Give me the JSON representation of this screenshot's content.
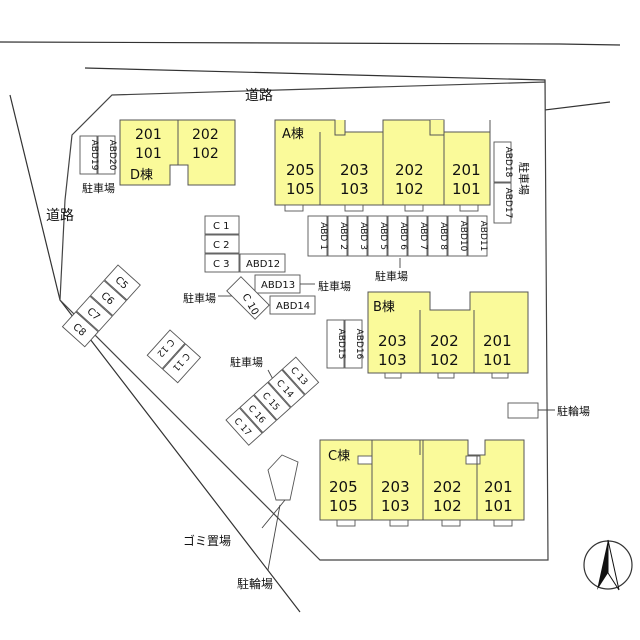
{
  "roads": {
    "top": "道路",
    "left": "道路"
  },
  "buildings": {
    "D": {
      "name": "D棟",
      "units": [
        [
          "201",
          "101"
        ],
        [
          "202",
          "102"
        ]
      ]
    },
    "A": {
      "name": "A棟",
      "units": [
        [
          "205",
          "105"
        ],
        [
          "203",
          "103"
        ],
        [
          "202",
          "102"
        ],
        [
          "201",
          "101"
        ]
      ]
    },
    "B": {
      "name": "B棟",
      "units": [
        [
          "203",
          "103"
        ],
        [
          "202",
          "102"
        ],
        [
          "201",
          "101"
        ]
      ]
    },
    "C": {
      "name": "C棟",
      "units": [
        [
          "205",
          "105"
        ],
        [
          "203",
          "103"
        ],
        [
          "202",
          "102"
        ],
        [
          "201",
          "101"
        ]
      ]
    }
  },
  "labels": {
    "parking": "駐車場",
    "bike_parking": "駐輪場",
    "garbage": "ゴミ置場"
  },
  "parking_slots": {
    "abd_row": [
      "ABD 1",
      "ABD 2",
      "ABD 3",
      "ABD 5",
      "ABD 6",
      "ABD 7",
      "ABD 8",
      "ABD10",
      "ABD11"
    ],
    "abd_right": [
      "ABD18",
      "ABD17"
    ],
    "abd_left": [
      "ABD19",
      "ABD20"
    ],
    "c_top": [
      "C 1",
      "C 2",
      "C 3"
    ],
    "abd_mid": [
      "ABD12",
      "ABD13",
      "ABD14"
    ],
    "abd_mid_vertical": [
      "ABD15",
      "ABD16"
    ],
    "c_left": [
      "C5",
      "C6",
      "C7",
      "C8"
    ],
    "c_left2": [
      "C 12",
      "C 11"
    ],
    "c10": "C 10",
    "c_bottom": [
      "C 17",
      "C 16",
      "C 15",
      "C 14",
      "C 13"
    ]
  }
}
